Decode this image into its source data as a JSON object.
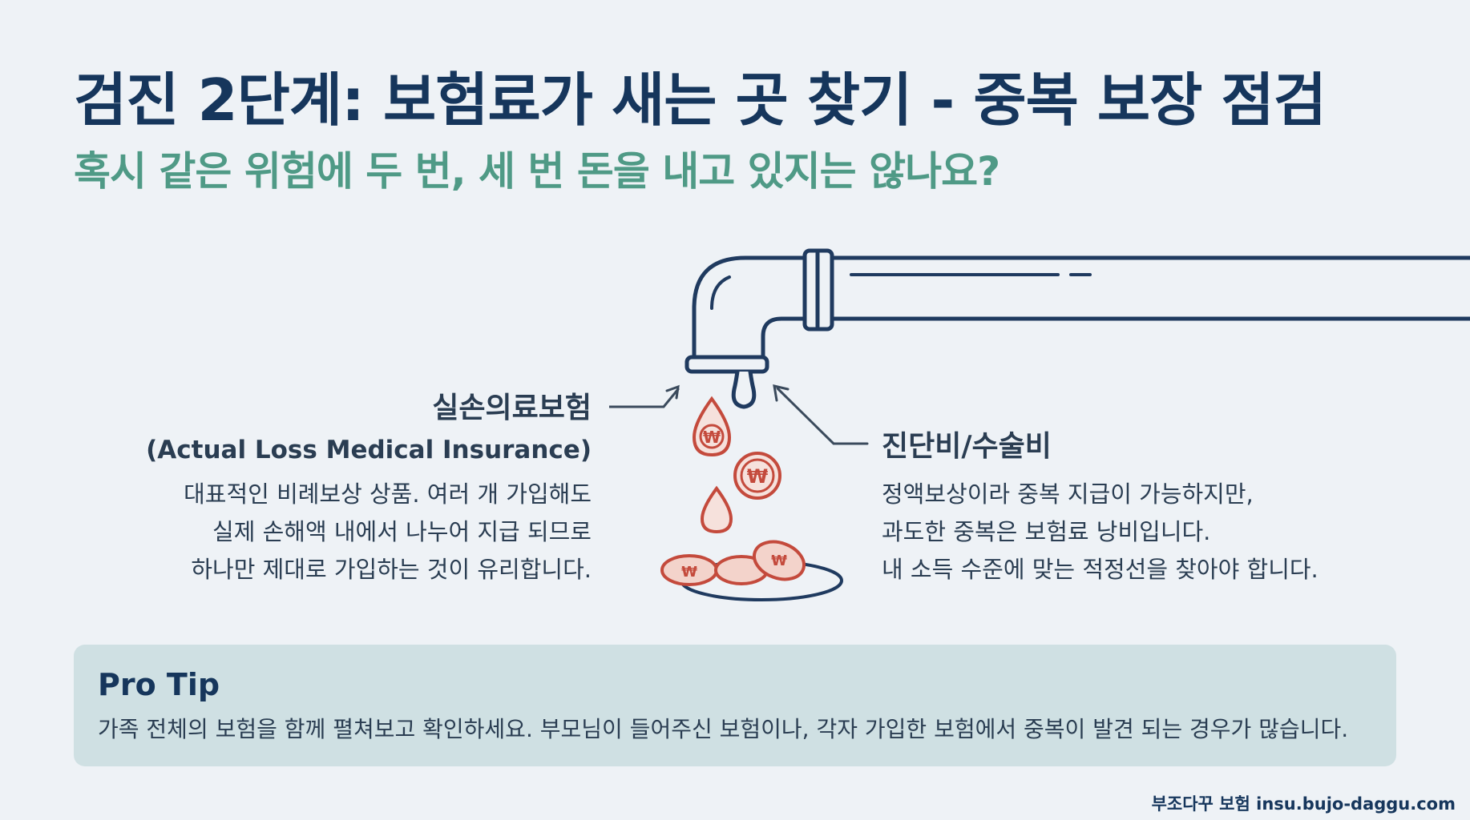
{
  "header": {
    "title": "검진 2단계: 보험료가 새는 곳 찾기 - 중복 보장 점검",
    "subtitle": "혹시 같은 위험에 두 번, 세 번 돈을 내고 있지는 않나요?"
  },
  "left_panel": {
    "heading": "실손의료보험",
    "heading_en": "(Actual Loss Medical Insurance)",
    "lines": [
      "대표적인 비례보상 상품. 여러 개 가입해도",
      "실제 손해액 내에서 나누어 지급 되므로",
      "하나만 제대로 가입하는 것이 유리합니다."
    ]
  },
  "right_panel": {
    "heading": "진단비/수술비",
    "lines": [
      "정액보상이라 중복 지급이 가능하지만,",
      "과도한 중복은 보험료 낭비입니다.",
      "내 소득 수준에 맞는 적정선을 찾아야 합니다."
    ]
  },
  "illustration": {
    "currency_symbol": "₩",
    "colors": {
      "pipe": "#1f3a5f",
      "coin": "#c44a3c",
      "coin_fill": "#f3d3cb"
    }
  },
  "tip": {
    "title": "Pro Tip",
    "text": "가족 전체의 보험을 함께 펼쳐보고 확인하세요. 부모님이 들어주신 보험이나, 각자 가입한 보험에서 중복이 발견 되는 경우가 많습니다."
  },
  "footer": {
    "credit": "부조다꾸 보험 insu.bujo-daggu.com"
  }
}
